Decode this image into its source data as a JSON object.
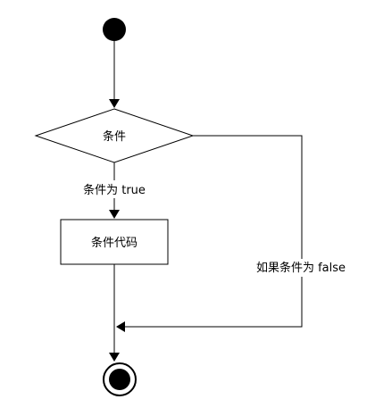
{
  "diagram": {
    "decision_label": "条件",
    "true_edge_label": "条件为 true",
    "action_label": "条件代码",
    "false_edge_label": "如果条件为 false"
  },
  "colors": {
    "stroke": "#000000",
    "fill": "#ffffff",
    "node_fill": "#000000"
  }
}
